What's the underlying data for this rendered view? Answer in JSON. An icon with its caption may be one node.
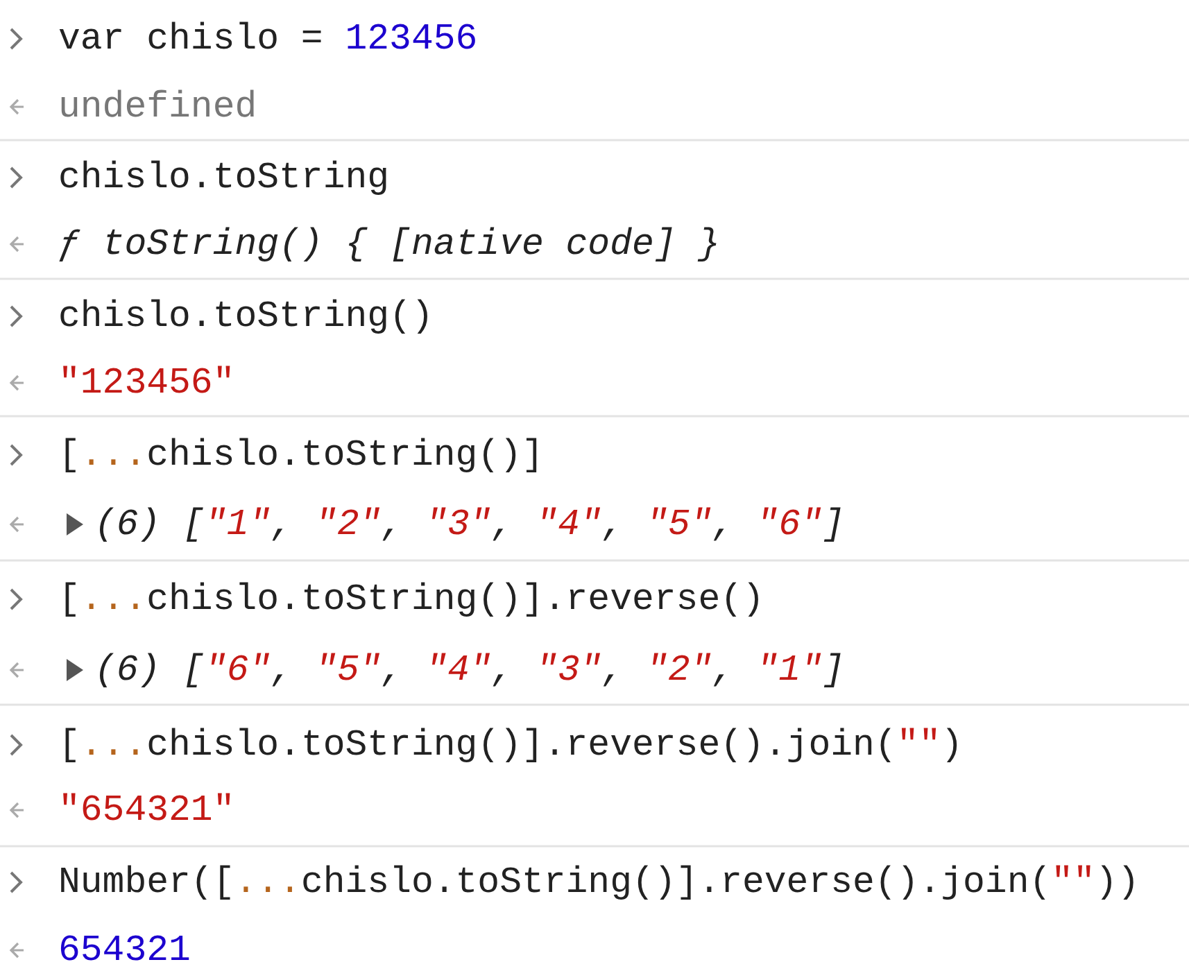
{
  "diagram": {
    "labels": [
      "var chislo = 123456",
      "undefined",
      "chislo.toString",
      "ƒ toString() { [native code] }",
      "chislo.toString()",
      "\"123456\"",
      "[...chislo.toString()]",
      "(6) [\"1\", \"2\", \"3\", \"4\", \"5\", \"6\"]",
      "[...chislo.toString()].reverse()",
      "(6) [\"6\", \"5\", \"4\", \"3\", \"2\", \"1\"]",
      "[...chislo.toString()].reverse().join(\"\")",
      "\"654321\"",
      "Number([...chislo.toString()].reverse().join(\"\"))",
      "654321"
    ]
  }
}
